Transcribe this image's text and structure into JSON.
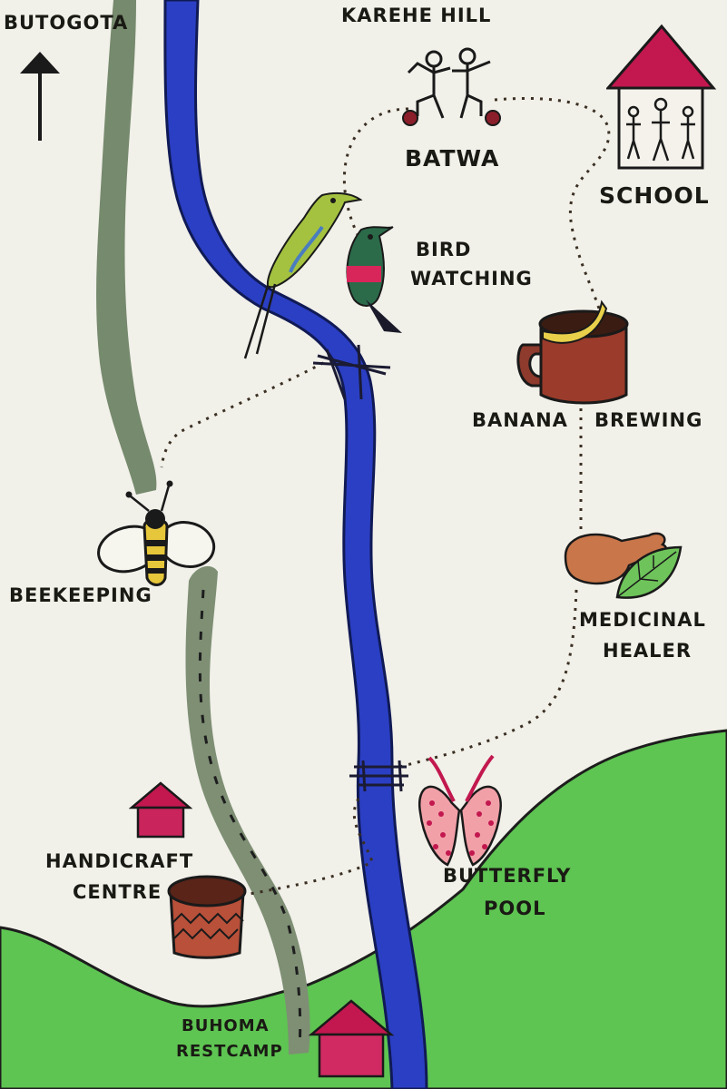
{
  "map": {
    "labels": {
      "butogota": "BUTOGOTA",
      "karehe_hill": "KAREHE HILL",
      "batwa": "BATWA",
      "school": "SCHOOL",
      "bird": "BIRD",
      "watching": "WATCHING",
      "banana": "BANANA",
      "brewing": "BREWING",
      "beekeeping": "BEEKEEPING",
      "medicinal": "MEDICINAL",
      "healer": "HEALER",
      "handicraft": "HANDICRAFT",
      "centre": "CENTRE",
      "butterfly": "BUTTERFLY",
      "pool": "POOL",
      "buhoma": "BUHOMA",
      "restcamp": "RESTCAMP"
    },
    "colors": {
      "paper": "#f1f0e9",
      "river": "#2b3fc4",
      "road": "#7e8f74",
      "hills": "#5ec452",
      "house_roof": "#c2184f",
      "trail": "#3a2f22"
    },
    "icons": [
      "north-arrow-icon",
      "dancers-icon",
      "school-icon",
      "bird-icon",
      "sunbird-icon",
      "banana-mug-icon",
      "bee-icon",
      "chicken-leg-icon",
      "leaf-icon",
      "butterfly-icon",
      "hut-icon",
      "pot-icon",
      "house-icon",
      "bridge-icon"
    ]
  }
}
